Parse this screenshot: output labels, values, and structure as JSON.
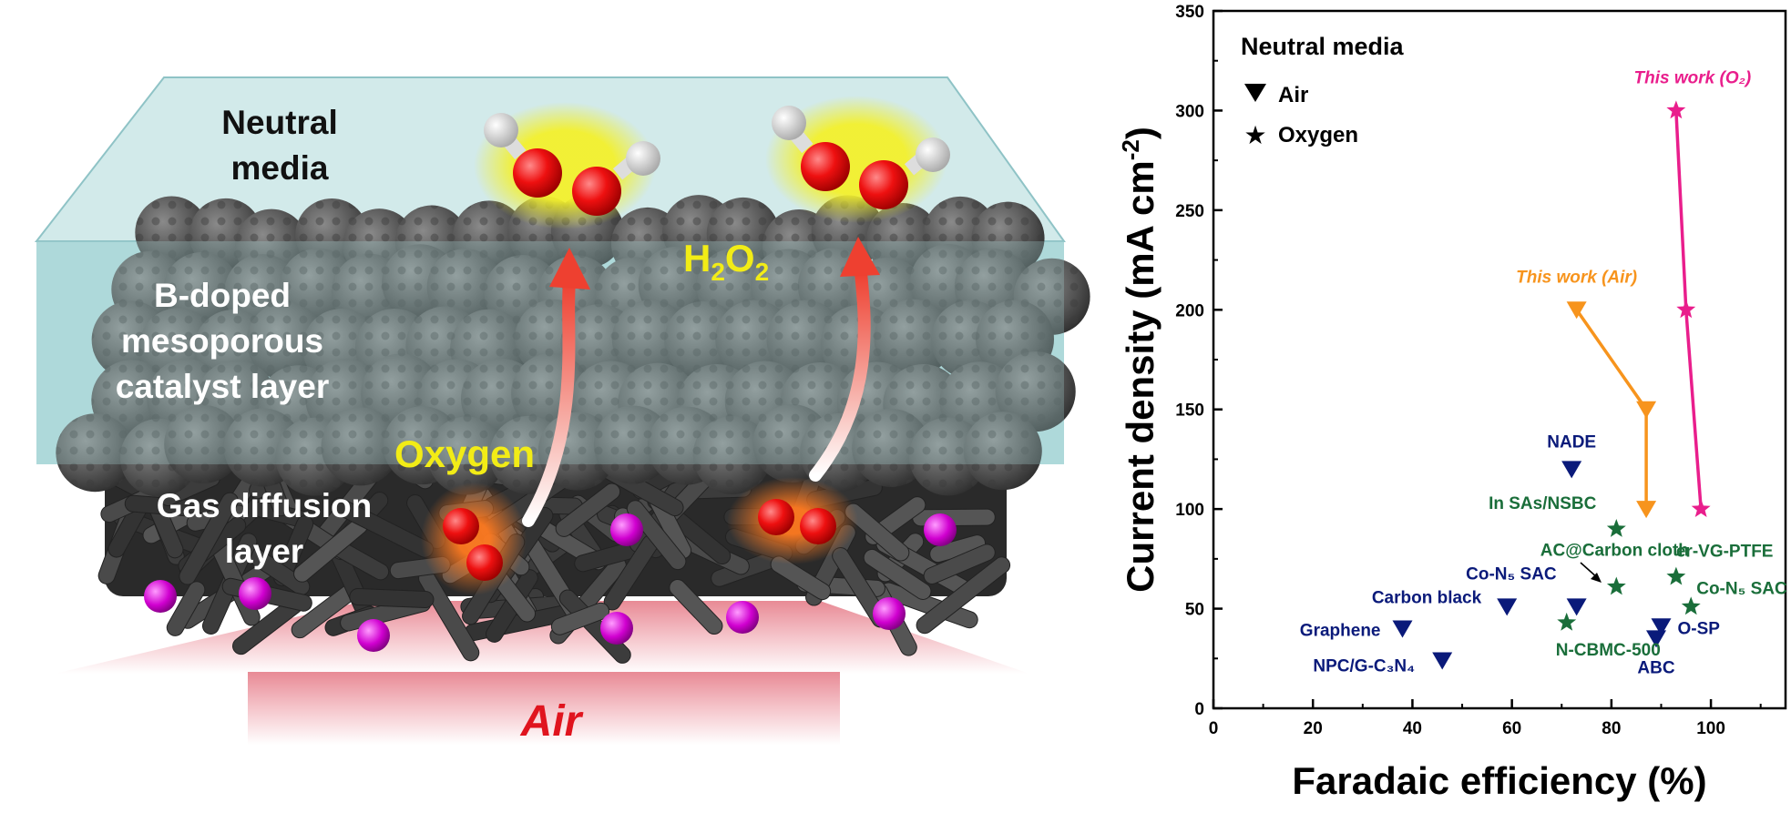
{
  "illustration": {
    "media_label_line1": "Neutral",
    "media_label_line2": "media",
    "catalyst_label_line1": "B-doped",
    "catalyst_label_line2": "mesoporous",
    "catalyst_label_line3": "catalyst layer",
    "gdl_label_line1": "Gas diffusion",
    "gdl_label_line2": "layer",
    "oxygen_label": "Oxygen",
    "product_label_main": "H",
    "product_label_sub1": "2",
    "product_label_mid": "O",
    "product_label_sub2": "2",
    "air_label": "Air",
    "colors": {
      "water": "#a9d6d8",
      "catalyst": "#5a5a5a",
      "fiber": "#3c3c3c",
      "oxygen_atom": "#e8000f",
      "hydrogen_atom": "#e6e6e6",
      "ion": "#d000d0",
      "glow": "#f0ee30",
      "label_yellow": "#f2ec16",
      "air_red": "#e0141e"
    }
  },
  "chart_data": {
    "type": "scatter",
    "xlabel": "Faradaic efficiency (%)",
    "ylabel": "Current density (mA cm",
    "ylabel_sup": "-2",
    "ylabel_close": ")",
    "xlim": [
      0,
      115
    ],
    "ylim": [
      0,
      350
    ],
    "x_ticks": [
      "0",
      "20",
      "40",
      "60",
      "80",
      "100"
    ],
    "y_ticks": [
      "0",
      "50",
      "100",
      "150",
      "200",
      "250",
      "300",
      "350"
    ],
    "legend": {
      "title": "Neutral media",
      "position": "top-left",
      "entries": [
        {
          "marker": "triangle-down",
          "label": "Air"
        },
        {
          "marker": "star",
          "label": "Oxygen"
        }
      ]
    },
    "series": [
      {
        "name": "This work (O₂)",
        "marker": "star",
        "color": "#e91e8c",
        "connected": true,
        "points": [
          {
            "x": 93,
            "y": 300
          },
          {
            "x": 95,
            "y": 200
          },
          {
            "x": 98,
            "y": 100
          }
        ]
      },
      {
        "name": "This work (Air)",
        "marker": "triangle-down",
        "color": "#f7941d",
        "connected": true,
        "points": [
          {
            "x": 73,
            "y": 200
          },
          {
            "x": 87,
            "y": 150
          },
          {
            "x": 87,
            "y": 100
          }
        ]
      },
      {
        "marker": "triangle-down",
        "color": "#0a1a7a",
        "connected": false,
        "points": [
          {
            "x": 72,
            "y": 120,
            "label": "NADE"
          },
          {
            "x": 38,
            "y": 40,
            "label": "Graphene"
          },
          {
            "x": 46,
            "y": 24,
            "label": "NPC/G-C₃N₄"
          },
          {
            "x": 59,
            "y": 51,
            "label": "Carbon black"
          },
          {
            "x": 73,
            "y": 51
          },
          {
            "x": 90,
            "y": 41,
            "label": "O-SP"
          },
          {
            "x": 89,
            "y": 35,
            "label": "ABC"
          }
        ]
      },
      {
        "marker": "star",
        "color": "#1a6e3a",
        "connected": false,
        "points": [
          {
            "x": 81,
            "y": 90,
            "label": "In SAs/NSBC"
          },
          {
            "x": 81,
            "y": 61,
            "label": "AC@Carbon cloth"
          },
          {
            "x": 71,
            "y": 43,
            "label": "N-CBMC-500"
          },
          {
            "x": 93,
            "y": 66,
            "label": "er-VG-PTFE"
          },
          {
            "x": 96,
            "y": 51,
            "label": "Co-N₅ SAC"
          }
        ]
      }
    ],
    "annotations": [
      {
        "text": "This work (O₂)",
        "color": "#e91e8c"
      },
      {
        "text": "This work (Air)",
        "color": "#f7941d"
      },
      {
        "text": "Co-N₅ SAC",
        "color": "#0a1a7a"
      }
    ]
  }
}
